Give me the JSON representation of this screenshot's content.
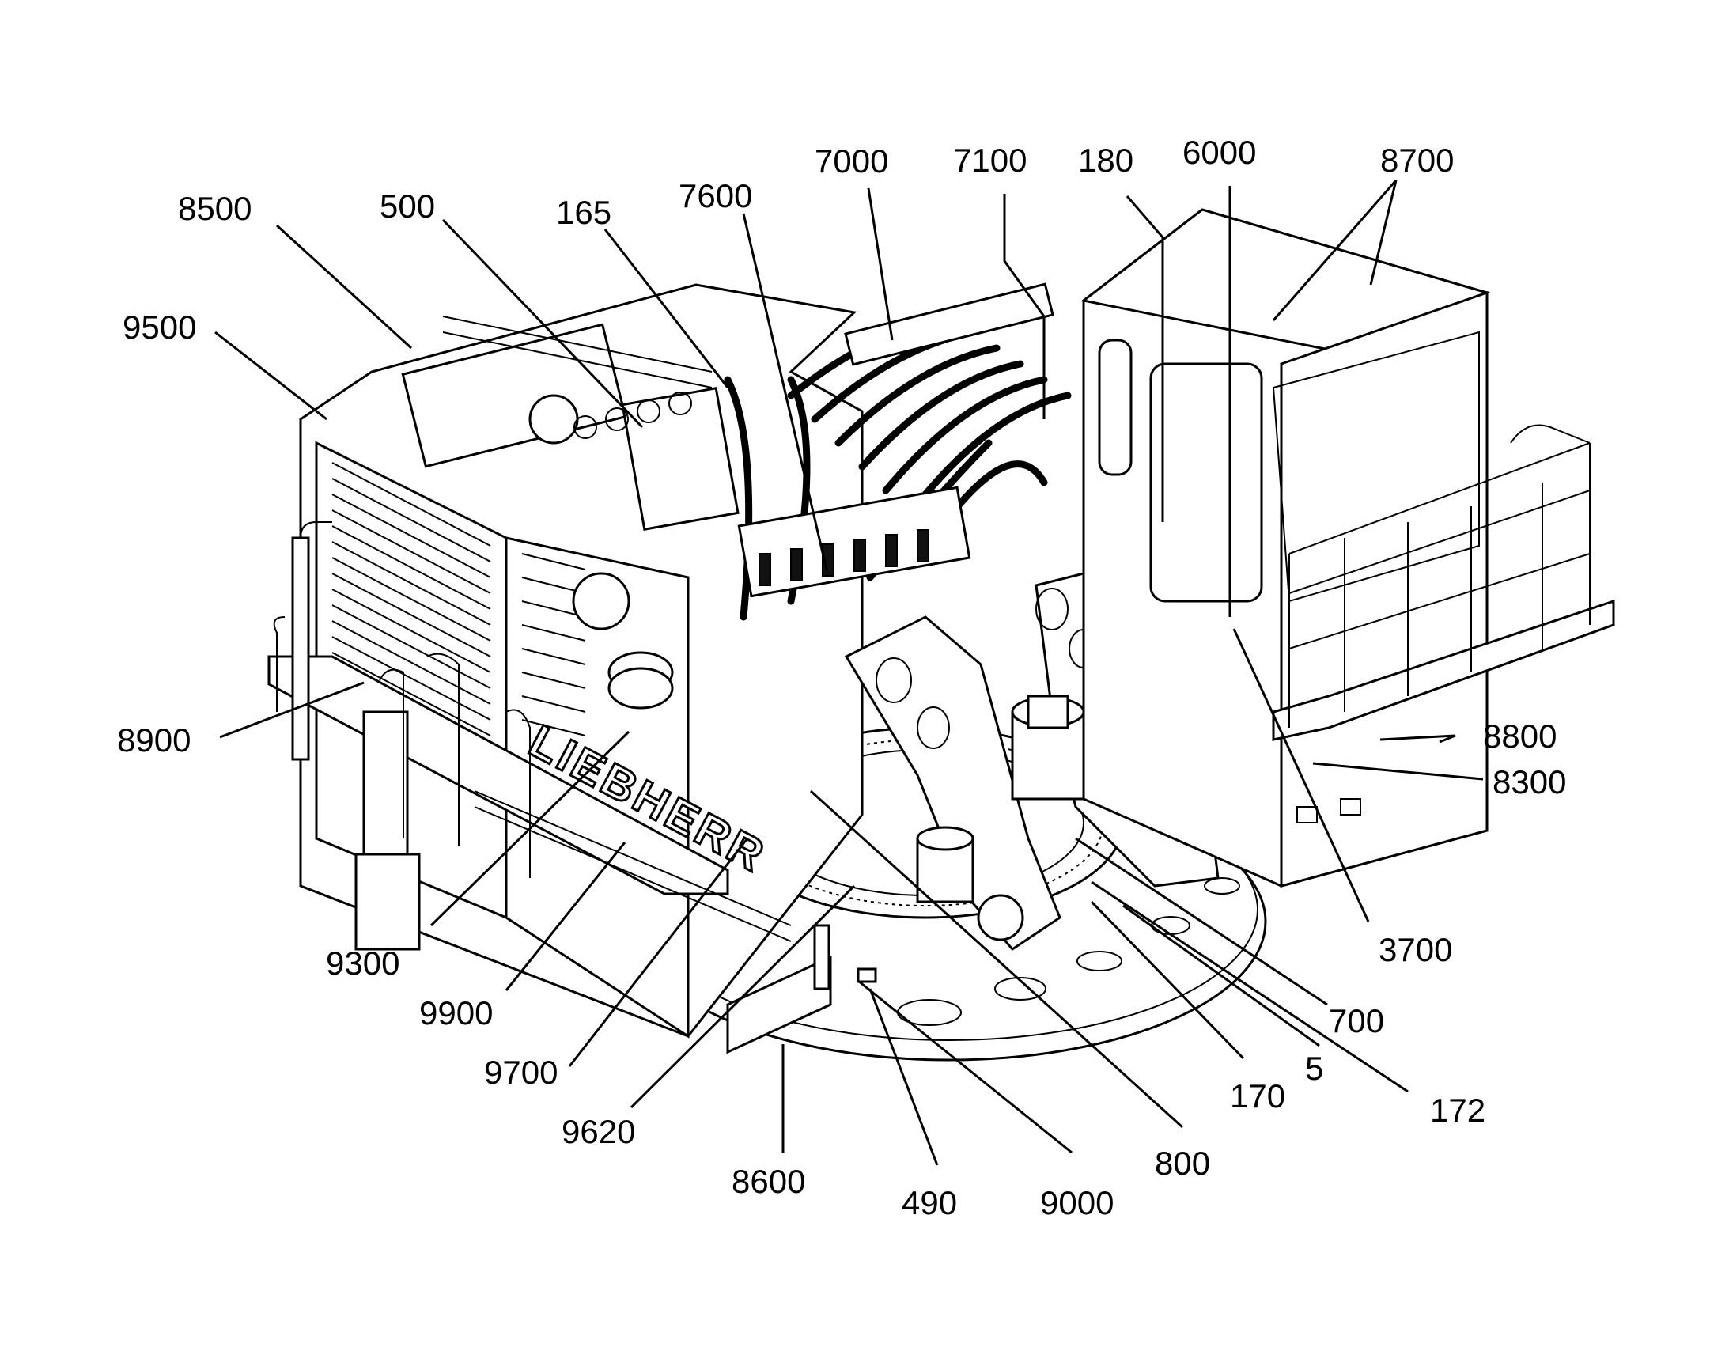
{
  "brand_text": "LIEBHERR",
  "callouts": [
    {
      "id": "8500",
      "label": "8500"
    },
    {
      "id": "500",
      "label": "500"
    },
    {
      "id": "165",
      "label": "165"
    },
    {
      "id": "7600",
      "label": "7600"
    },
    {
      "id": "7000",
      "label": "7000"
    },
    {
      "id": "7100",
      "label": "7100"
    },
    {
      "id": "180",
      "label": "180"
    },
    {
      "id": "6000",
      "label": "6000"
    },
    {
      "id": "8700",
      "label": "8700"
    },
    {
      "id": "9500",
      "label": "9500"
    },
    {
      "id": "8900",
      "label": "8900"
    },
    {
      "id": "8800",
      "label": "8800"
    },
    {
      "id": "8300",
      "label": "8300"
    },
    {
      "id": "3700",
      "label": "3700"
    },
    {
      "id": "700",
      "label": "700"
    },
    {
      "id": "5",
      "label": "5"
    },
    {
      "id": "172",
      "label": "172"
    },
    {
      "id": "170",
      "label": "170"
    },
    {
      "id": "800",
      "label": "800"
    },
    {
      "id": "9000",
      "label": "9000"
    },
    {
      "id": "490",
      "label": "490"
    },
    {
      "id": "8600",
      "label": "8600"
    },
    {
      "id": "9620",
      "label": "9620"
    },
    {
      "id": "9700",
      "label": "9700"
    },
    {
      "id": "9900",
      "label": "9900"
    },
    {
      "id": "9300",
      "label": "9300"
    }
  ]
}
